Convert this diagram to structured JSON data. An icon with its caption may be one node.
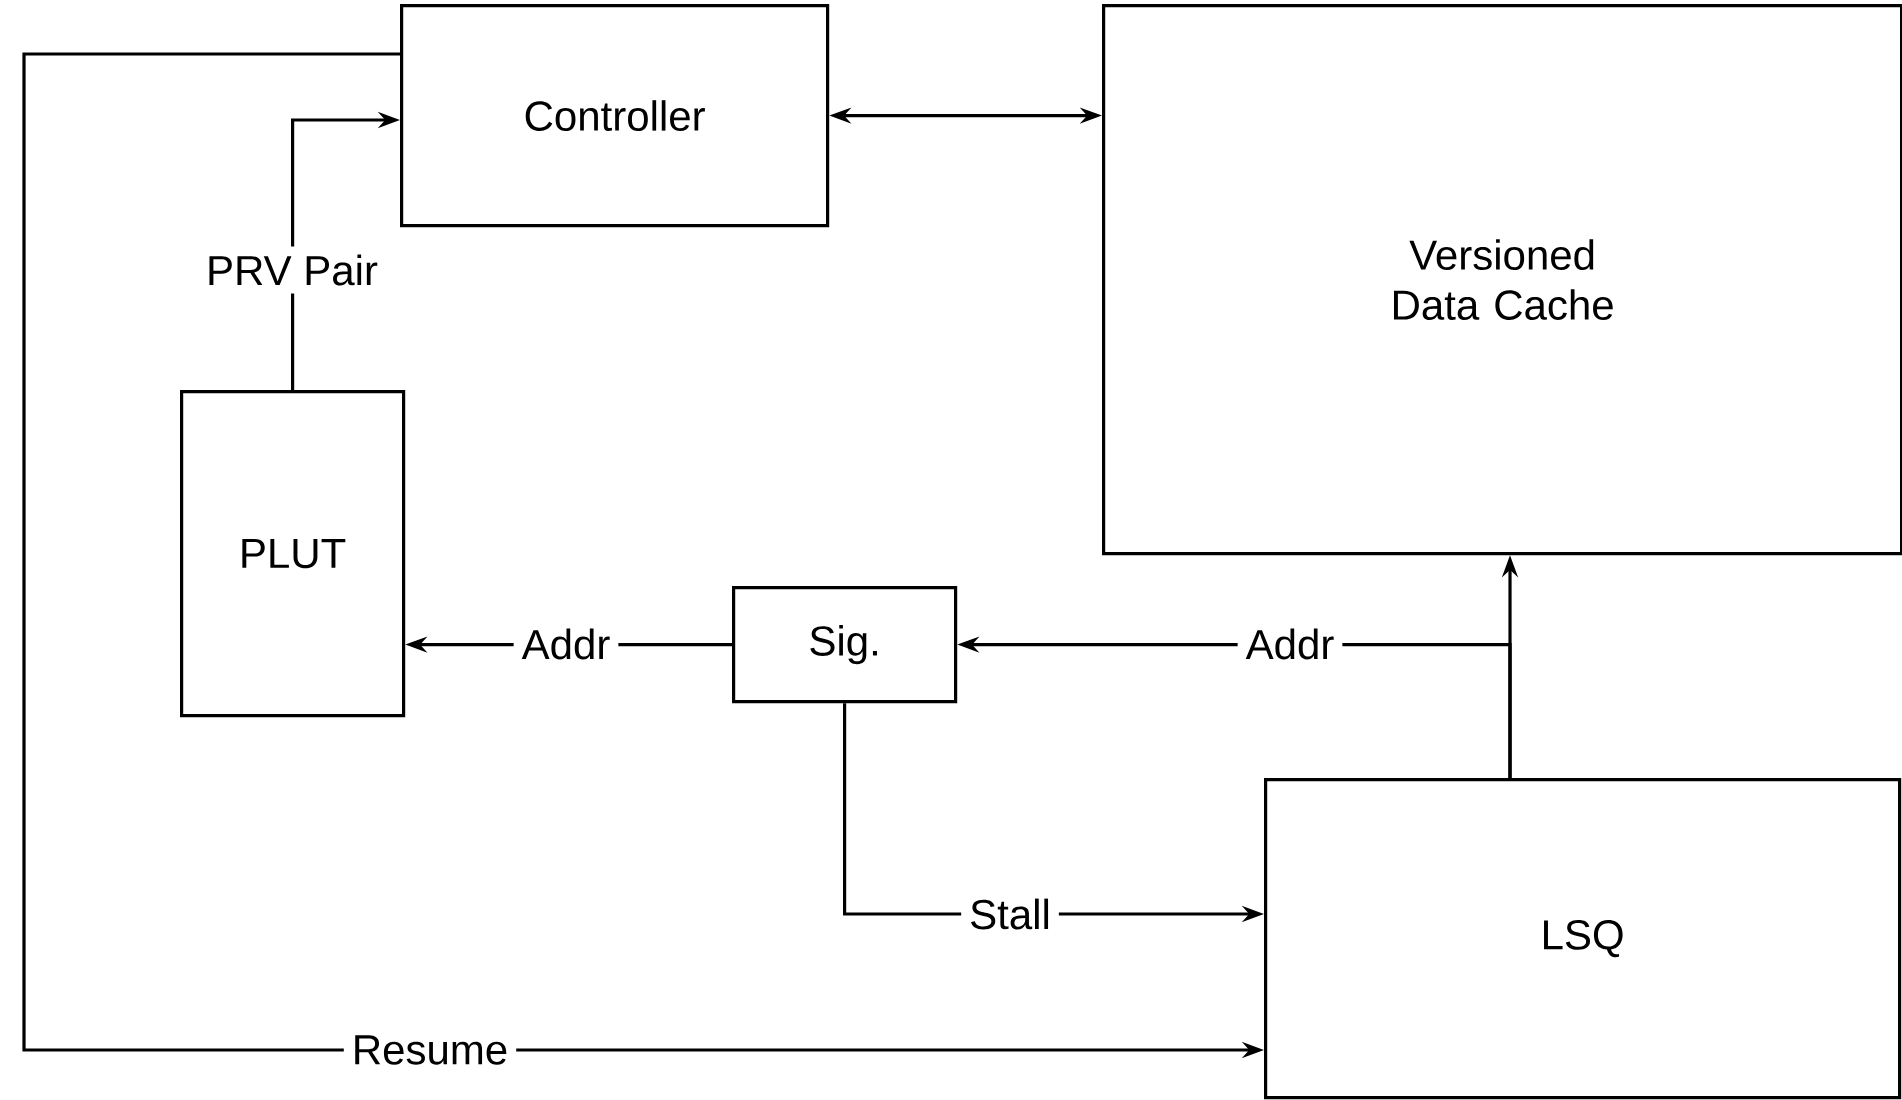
{
  "diagram": {
    "nodes": [
      {
        "text": [
          "Controller"
        ]
      },
      {
        "text": [
          "Versioned Data Cache"
        ]
      },
      {
        "text": [
          "PLUT"
        ]
      },
      {
        "text": [
          "Sig."
        ]
      },
      {
        "text": [
          "LSQ"
        ]
      }
    ],
    "edges": [
      {
        "from": 0,
        "to": 1,
        "arrow": "both"
      },
      {
        "from": 2,
        "to": 0,
        "arrow": "to",
        "label": "PRV Pair"
      },
      {
        "from": 3,
        "to": 2,
        "arrow": "to",
        "label": "Addr"
      },
      {
        "from": 4,
        "to": 3,
        "arrow": "to",
        "label": "Addr"
      },
      {
        "from": 4,
        "to": 1,
        "arrow": "to"
      },
      {
        "from": 3,
        "to": 4,
        "arrow": "to",
        "label": "Stall"
      },
      {
        "from": 0,
        "to": 4,
        "arrow": "to",
        "label": "Resume"
      }
    ]
  }
}
